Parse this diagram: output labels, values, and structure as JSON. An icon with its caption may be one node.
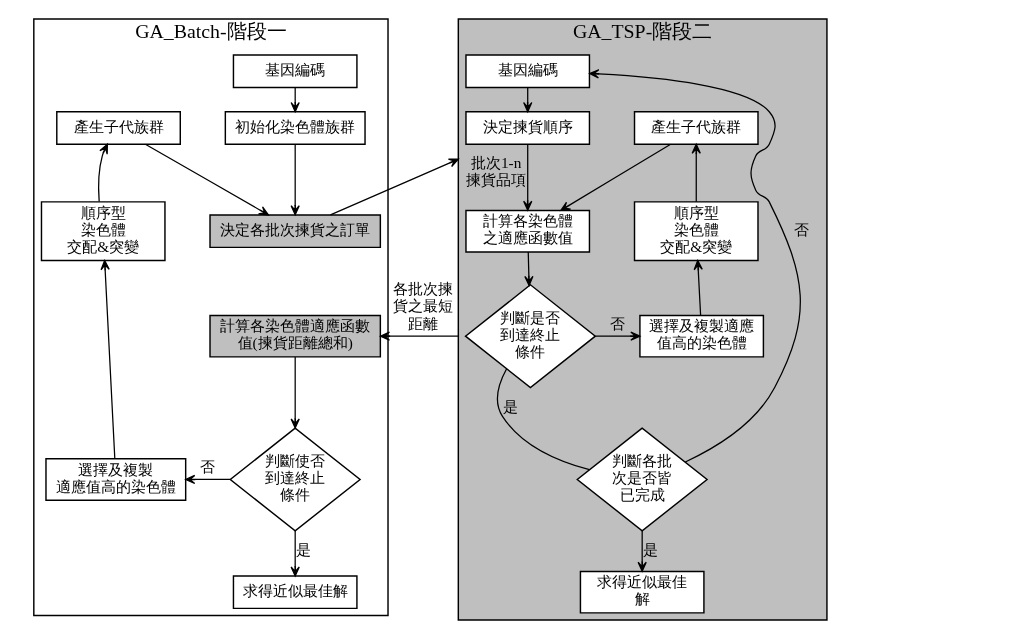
{
  "diagram": {
    "nodes": [
      {
        "text": [
          "GA_Batch-階段一"
        ]
      },
      {
        "text": [
          "基因編碼"
        ],
        "in": 0
      },
      {
        "text": [
          "初始化染色體族群"
        ],
        "in": 0
      },
      {
        "text": [
          "決定各批次揀貨之訂單"
        ],
        "in": 0
      },
      {
        "text": [
          "計算各染色體適應函數值(揀貨距離總和)"
        ],
        "in": 0
      },
      {
        "text": [
          "判斷使否到達終止條件"
        ],
        "in": 0
      },
      {
        "text": [
          "選擇及複製適應值高的染色體"
        ],
        "in": 0
      },
      {
        "text": [
          "順序型染色體交配&突變"
        ],
        "in": 0
      },
      {
        "text": [
          "產生子代族群"
        ],
        "in": 0
      },
      {
        "text": [
          "求得近似最佳解"
        ],
        "in": 0
      },
      {
        "text": [
          "GA_TSP-階段二"
        ]
      },
      {
        "text": [
          "基因編碼"
        ],
        "in": 10
      },
      {
        "text": [
          "決定揀貨順序"
        ],
        "in": 10
      },
      {
        "text": [
          "計算各染色體之適應函數值"
        ],
        "in": 10
      },
      {
        "text": [
          "判斷是否到達終止條件"
        ],
        "in": 10
      },
      {
        "text": [
          "選擇及複製適應值高的染色體"
        ],
        "in": 10
      },
      {
        "text": [
          "順序型染色體交配&突變"
        ],
        "in": 10
      },
      {
        "text": [
          "產生子代族群"
        ],
        "in": 10
      },
      {
        "text": [
          "判斷各批次是否皆已完成"
        ],
        "in": 10
      },
      {
        "text": [
          "求得近似最佳解"
        ],
        "in": 10
      }
    ],
    "edges": [
      {
        "from": 1,
        "to": 2,
        "arrow": "to"
      },
      {
        "from": 2,
        "to": 3,
        "arrow": "to"
      },
      {
        "from": 3,
        "to": 10,
        "arrow": "to",
        "label": "批次1-n揀貨品項"
      },
      {
        "from": 10,
        "to": 4,
        "arrow": "to",
        "label": "各批次揀貨之最短距離"
      },
      {
        "from": 4,
        "to": 5,
        "arrow": "to"
      },
      {
        "from": 5,
        "to": 6,
        "arrow": "to",
        "label": "否"
      },
      {
        "from": 6,
        "to": 7,
        "arrow": "to"
      },
      {
        "from": 7,
        "to": 8,
        "arrow": "to"
      },
      {
        "from": 8,
        "to": 3,
        "arrow": "to"
      },
      {
        "from": 5,
        "to": 9,
        "arrow": "to",
        "label": "是"
      },
      {
        "from": 11,
        "to": 12,
        "arrow": "to"
      },
      {
        "from": 12,
        "to": 13,
        "arrow": "to"
      },
      {
        "from": 13,
        "to": 14,
        "arrow": "to"
      },
      {
        "from": 14,
        "to": 15,
        "arrow": "to",
        "label": "否"
      },
      {
        "from": 15,
        "to": 16,
        "arrow": "to"
      },
      {
        "from": 16,
        "to": 17,
        "arrow": "to"
      },
      {
        "from": 17,
        "to": 13,
        "arrow": "to"
      },
      {
        "from": 14,
        "to": 18,
        "arrow": "none",
        "label": "是"
      },
      {
        "from": 18,
        "to": 11,
        "arrow": "to",
        "label": "否"
      },
      {
        "from": 18,
        "to": 19,
        "arrow": "to",
        "label": "是"
      }
    ]
  }
}
